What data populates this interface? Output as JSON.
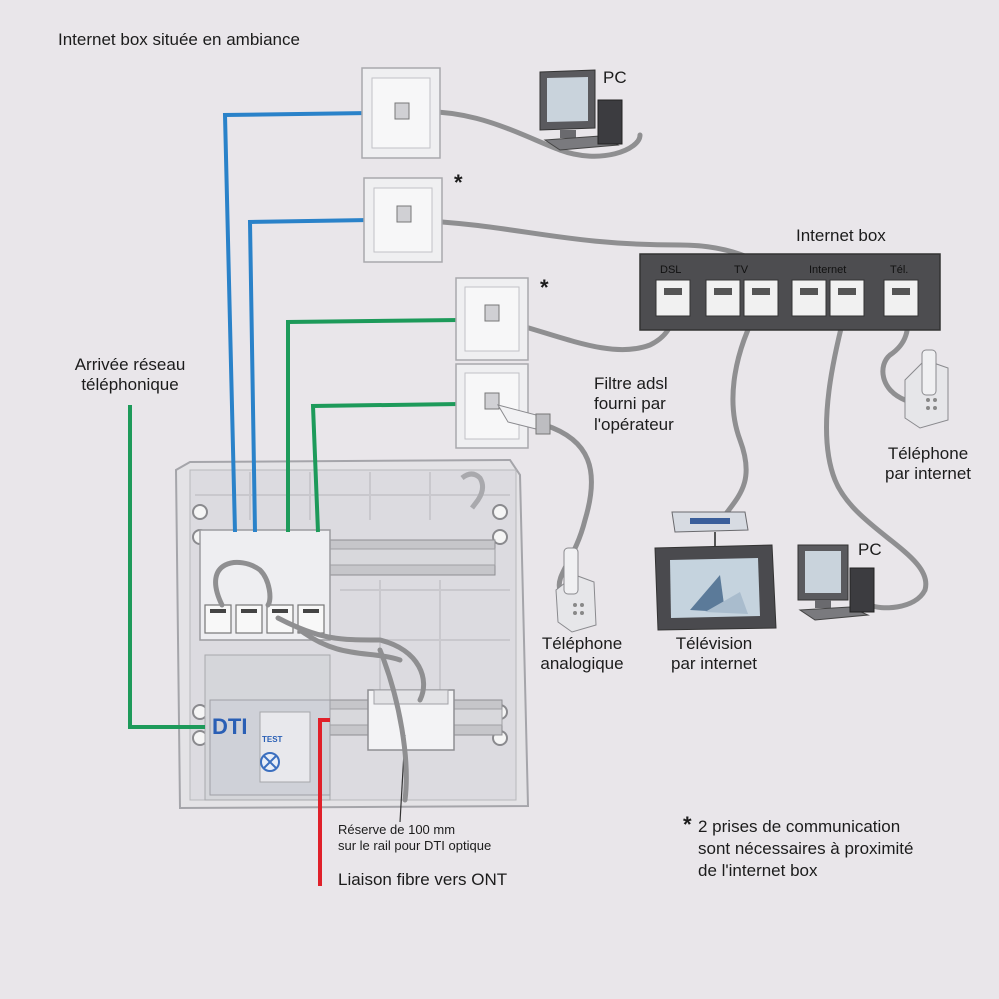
{
  "title": "Internet box située en ambiance",
  "labels": {
    "pc_top": "PC",
    "internet_box": "Internet box",
    "asterisk": "*",
    "arrivee_line1": "Arrivée réseau",
    "arrivee_line2": "téléphonique",
    "filtre_line1": "Filtre adsl",
    "filtre_line2": "fourni par",
    "filtre_line3": "l'opérateur",
    "tel_internet_line1": "Téléphone",
    "tel_internet_line2": "par internet",
    "pc_bottom": "PC",
    "tel_analog_line1": "Téléphone",
    "tel_analog_line2": "analogique",
    "tv_line1": "Télévision",
    "tv_line2": "par internet",
    "dti": "DTI",
    "test": "TEST",
    "reserve_line1": "Réserve de 100 mm",
    "reserve_line2": "sur le rail pour DTI optique",
    "fibre": "Liaison fibre vers ONT",
    "note_line1": "2 prises de communication",
    "note_line2": "sont nécessaires à proximité",
    "note_line3": "de l'internet box"
  },
  "box_ports": [
    "DSL",
    "TV",
    "Internet",
    "Tél."
  ],
  "colors": {
    "blue_cable": "#2a82c9",
    "green_cable": "#1d9a5a",
    "red_cable": "#e0202a",
    "grey_cable": "#8f8f91",
    "box_body": "#4d4d50"
  }
}
